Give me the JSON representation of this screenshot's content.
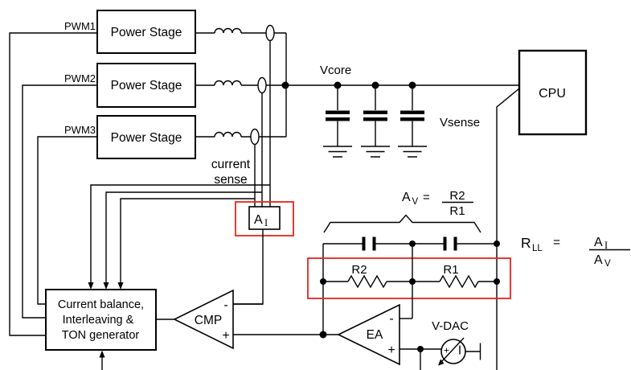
{
  "colors": {
    "stroke": "#000000",
    "highlight_red": "#e8231d",
    "background": "#ffffff"
  },
  "phases": [
    {
      "pwm": "PWM1",
      "stage": "Power Stage"
    },
    {
      "pwm": "PWM2",
      "stage": "Power Stage"
    },
    {
      "pwm": "PWM3",
      "stage": "Power Stage"
    }
  ],
  "labels": {
    "current_sense_1": "current",
    "current_sense_2": "sense",
    "vcore": "Vcore",
    "vsense": "Vsense",
    "cpu": "CPU",
    "vdac": "V-DAC",
    "cmp": "CMP",
    "ea": "EA",
    "r2": "R2",
    "r1": "R1",
    "plus": "+",
    "minus": "-"
  },
  "controller": {
    "line1": "Current balance,",
    "line2": "Interleaving &",
    "line3": "TON generator"
  },
  "current_gain": {
    "base": "A",
    "sub": "I"
  },
  "av_formula": {
    "base": "A",
    "sub": "V",
    "equals": "=",
    "numerator": "R2",
    "denominator": "R1"
  },
  "rll_formula": {
    "base": "R",
    "sub": "LL",
    "equals": "=",
    "num_base": "A",
    "num_sub": "I",
    "den_base": "A",
    "den_sub": "V"
  }
}
